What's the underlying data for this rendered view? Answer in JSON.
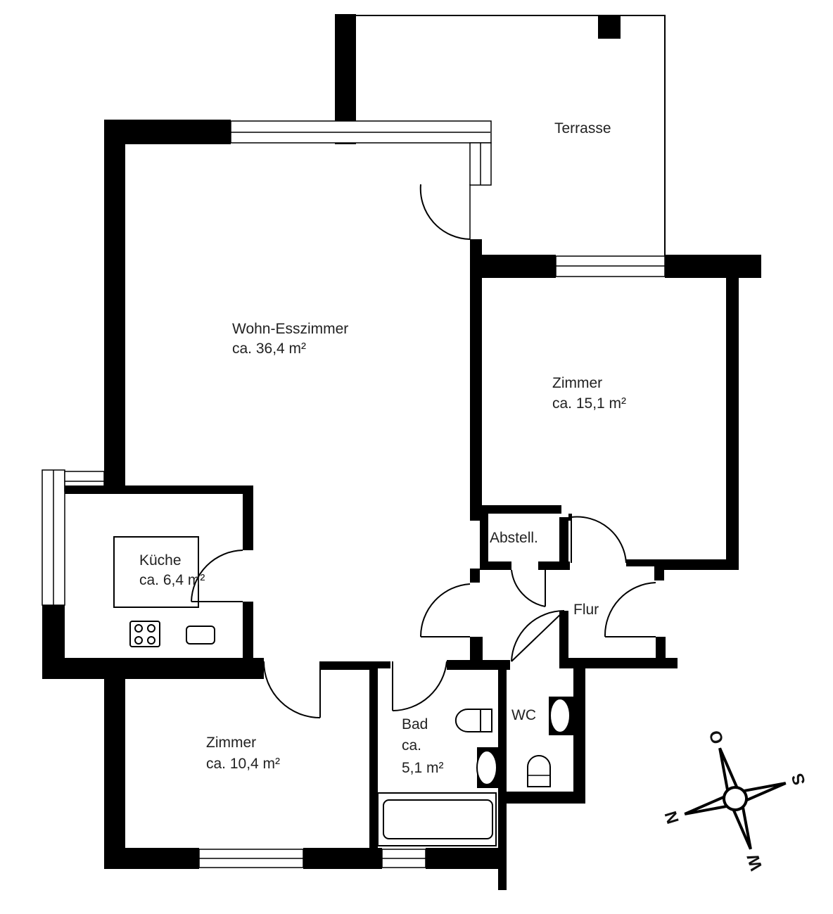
{
  "rooms": {
    "terrasse": {
      "name": "Terrasse"
    },
    "wohn": {
      "name": "Wohn-Esszimmer",
      "area": "ca. 36,4 m²"
    },
    "zimmer1": {
      "name": "Zimmer",
      "area": "ca. 15,1 m²"
    },
    "kueche": {
      "name": "Küche",
      "area": "ca. 6,4 m²"
    },
    "abstell": {
      "name": "Abstell."
    },
    "flur": {
      "name": "Flur"
    },
    "zimmer2": {
      "name": "Zimmer",
      "area": "ca. 10,4 m²"
    },
    "bad": {
      "name": "Bad",
      "ca": "ca.",
      "area": "5,1 m²"
    },
    "wc": {
      "name": "WC"
    }
  },
  "compass": {
    "north": "N",
    "east": "O",
    "south": "S",
    "west": "W"
  }
}
